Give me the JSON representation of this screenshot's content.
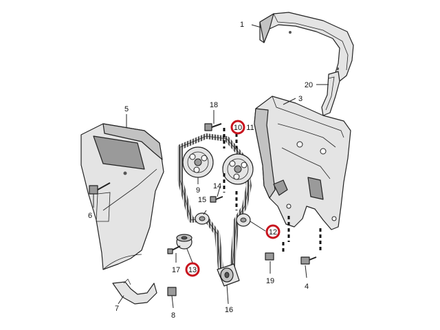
{
  "colors": {
    "highlight": "#c8141e",
    "part_fill": "#e4e4e4",
    "part_shade": "#c2c2c2",
    "part_dark": "#9a9a9a",
    "line": "#222222"
  },
  "callouts": [
    {
      "id": "1",
      "label": "1",
      "highlighted": false
    },
    {
      "id": "2",
      "label": "20",
      "highlighted": false
    },
    {
      "id": "3",
      "label": "3",
      "highlighted": false
    },
    {
      "id": "4",
      "label": "5",
      "highlighted": false
    },
    {
      "id": "5",
      "label": "18",
      "highlighted": false
    },
    {
      "id": "6",
      "label": "10",
      "highlighted": true
    },
    {
      "id": "7",
      "label": "11",
      "highlighted": false
    },
    {
      "id": "8",
      "label": "9",
      "highlighted": false
    },
    {
      "id": "9",
      "label": "14",
      "highlighted": false
    },
    {
      "id": "10",
      "label": "15",
      "highlighted": false
    },
    {
      "id": "11",
      "label": "6",
      "highlighted": false
    },
    {
      "id": "12",
      "label": "12",
      "highlighted": true
    },
    {
      "id": "13",
      "label": "17",
      "highlighted": false
    },
    {
      "id": "14",
      "label": "13",
      "highlighted": true
    },
    {
      "id": "15",
      "label": "19",
      "highlighted": false
    },
    {
      "id": "16",
      "label": "4",
      "highlighted": false
    },
    {
      "id": "17",
      "label": "7",
      "highlighted": false
    },
    {
      "id": "18",
      "label": "8",
      "highlighted": false
    },
    {
      "id": "19",
      "label": "16",
      "highlighted": false
    }
  ]
}
